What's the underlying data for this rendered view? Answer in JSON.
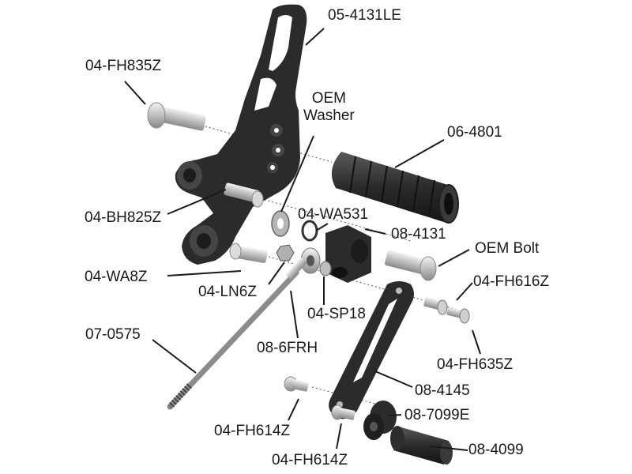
{
  "labels": {
    "p_05_4131LE": "05-4131LE",
    "p_04_FH835Z": "04-FH835Z",
    "p_oem_washer": "OEM\nWasher",
    "p_06_4801": "06-4801",
    "p_04_BH825Z": "04-BH825Z",
    "p_04_WA531": "04-WA531",
    "p_08_4131": "08-4131",
    "p_oem_bolt": "OEM Bolt",
    "p_04_WA8Z": "04-WA8Z",
    "p_04_LN6Z": "04-LN6Z",
    "p_04_FH616Z": "04-FH616Z",
    "p_04_SP18": "04-SP18",
    "p_07_0575": "07-0575",
    "p_08_6FRH": "08-6FRH",
    "p_04_FH635Z": "04-FH635Z",
    "p_08_4145": "08-4145",
    "p_08_7099E": "08-7099E",
    "p_04_FH614Z_a": "04-FH614Z",
    "p_04_FH614Z_b": "04-FH614Z",
    "p_08_4099": "08-4099"
  }
}
